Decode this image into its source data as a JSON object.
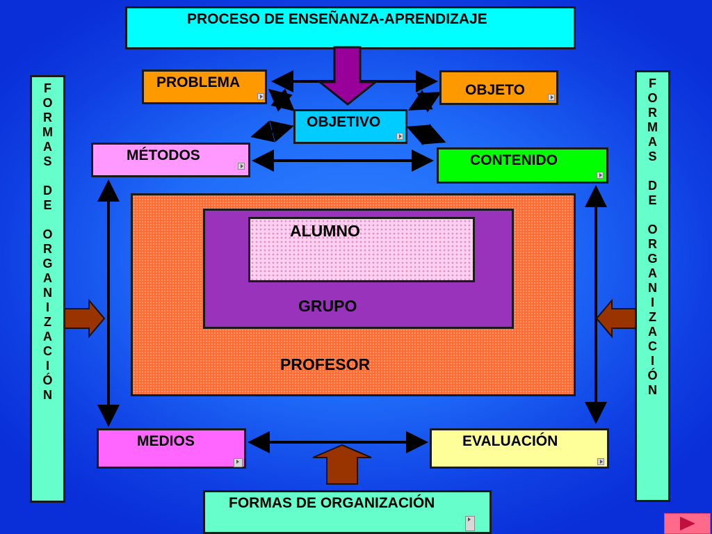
{
  "title": "PROCESO DE ENSEÑANZA-APRENDIZAJE",
  "nodes": {
    "problema": "PROBLEMA",
    "objeto": "OBJETO",
    "objetivo": "OBJETIVO",
    "metodos": "MÉTODOS",
    "contenido": "CONTENIDO",
    "medios": "MEDIOS",
    "evaluacion": "EVALUACIÓN",
    "formas_bottom": "FORMAS DE ORGANIZACIÓN"
  },
  "center": {
    "alumno": "ALUMNO",
    "grupo": "GRUPO",
    "profesor": "PROFESOR"
  },
  "side_letters": [
    "F",
    "O",
    "R",
    "M",
    "A",
    "S",
    "",
    "D",
    "E",
    "",
    "O",
    "R",
    "G",
    "A",
    "N",
    "I",
    "Z",
    "A",
    "C",
    "I",
    "Ó",
    "N"
  ],
  "colors": {
    "title_box": "#00ffff",
    "problema": "#ff9900",
    "objeto": "#ff9900",
    "objetivo": "#00ccff",
    "metodos": "#ff99ff",
    "contenido": "#00ff00",
    "medios": "#ff66ff",
    "evaluacion": "#ffff99",
    "formas": "#66ffcc",
    "grupo": "#9933bb",
    "profesor": "#ff6a33",
    "down_arrow": "#990099",
    "side_arrows": "#993300"
  },
  "icons": [
    "play-button-icon",
    "next-slide-icon",
    "double-arrow-icon",
    "block-arrow-icon"
  ]
}
